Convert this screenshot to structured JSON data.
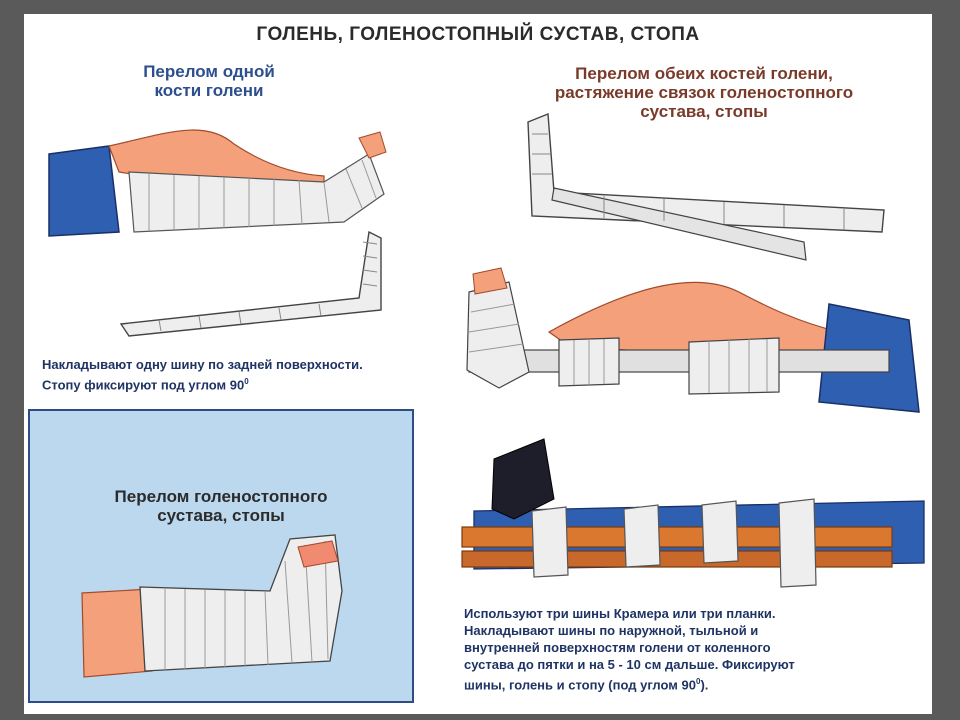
{
  "title": "ГОЛЕНЬ, ГОЛЕНОСТОПНЫЙ СУСТАВ, СТОПА",
  "sections": {
    "one_bone": {
      "heading_line1": "Перелом одной",
      "heading_line2": "кости голени",
      "note_line1": "Накладывают одну шину по задней поверхности.",
      "note_line2": "Стопу фиксируют под углом 90",
      "note_sup": "0"
    },
    "both_bones": {
      "heading_line1": "Перелом обеих костей голени,",
      "heading_line2": "растяжение связок голеностопного",
      "heading_line3": "сустава, стопы"
    },
    "ankle": {
      "heading_line1": "Перелом голеностопного",
      "heading_line2": "сустава, стопы"
    },
    "kramer": {
      "note_line1": "Используют три шины Крамера или три планки.",
      "note_line2": "Накладывают шины по наружной, тыльной и",
      "note_line3": "внутренней поверхностям голени от коленного",
      "note_line4": "сустава до пятки и на 5 - 10 см дальше. Фиксируют",
      "note_line5": "шины, голень и стопу (под углом 90",
      "note_sup": "0",
      "note_end": ")."
    }
  },
  "colors": {
    "heading_blue": "#2d4f8e",
    "heading_brown": "#7a3a2a",
    "panel_fill": "#bcd8ef",
    "skin": "#f4a07a",
    "trousers": "#2f5fb0",
    "bandage": "#eeeeee",
    "plank": "#d9782e"
  },
  "icons": {
    "splinted_leg_one_bone": "leg-splint-illustration",
    "kramer_splint_l_shape": "kramer-splint-illustration",
    "splinted_leg_both_bones": "leg-splint-illustration",
    "bandaged_foot": "bandaged-foot-illustration",
    "three_planks_tied": "planks-illustration"
  }
}
